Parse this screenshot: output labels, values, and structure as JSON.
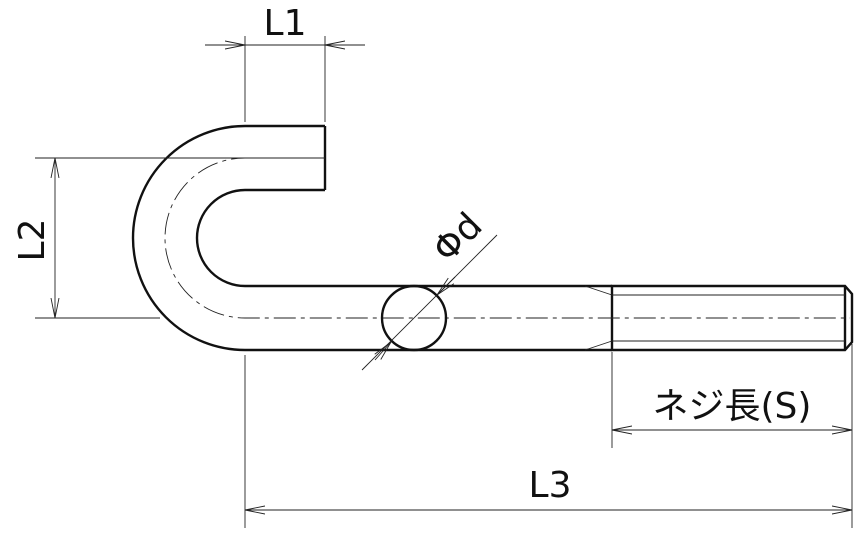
{
  "title": "J-bolt dimension drawing",
  "labels": {
    "l1": "L1",
    "l2": "L2",
    "l3": "L3",
    "diameter": "Φd",
    "thread_length": "ネジ長(S)"
  },
  "colors": {
    "line": "#111111",
    "background": "#ffffff"
  }
}
